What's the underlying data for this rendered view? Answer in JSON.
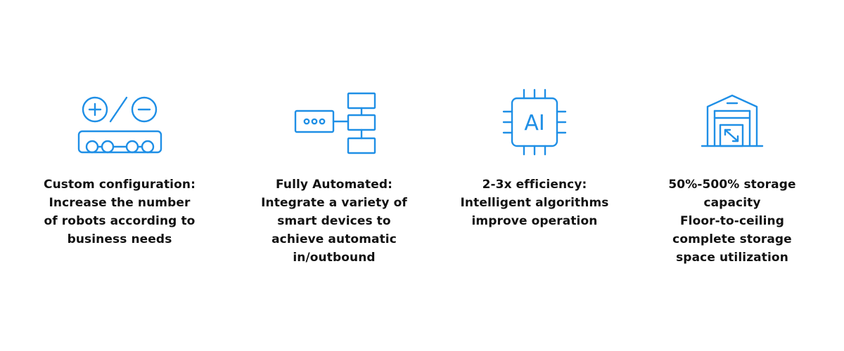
{
  "accent_color": "#1f8fe6",
  "features": [
    {
      "icon": "robot-configuration-icon",
      "lines": [
        "Custom configuration:",
        "Increase the number",
        "of robots according to",
        "business needs"
      ]
    },
    {
      "icon": "automation-flow-icon",
      "lines": [
        "Fully Automated:",
        "Integrate a variety of",
        "smart devices to",
        "achieve automatic",
        "in/outbound"
      ]
    },
    {
      "icon": "ai-chip-icon",
      "icon_text": "AI",
      "lines": [
        "2-3x efficiency:",
        "Intelligent algorithms",
        "improve operation"
      ]
    },
    {
      "icon": "warehouse-storage-icon",
      "lines": [
        "50%-500% storage",
        "capacity",
        "Floor-to-ceiling",
        "complete storage",
        "space utilization"
      ]
    }
  ]
}
